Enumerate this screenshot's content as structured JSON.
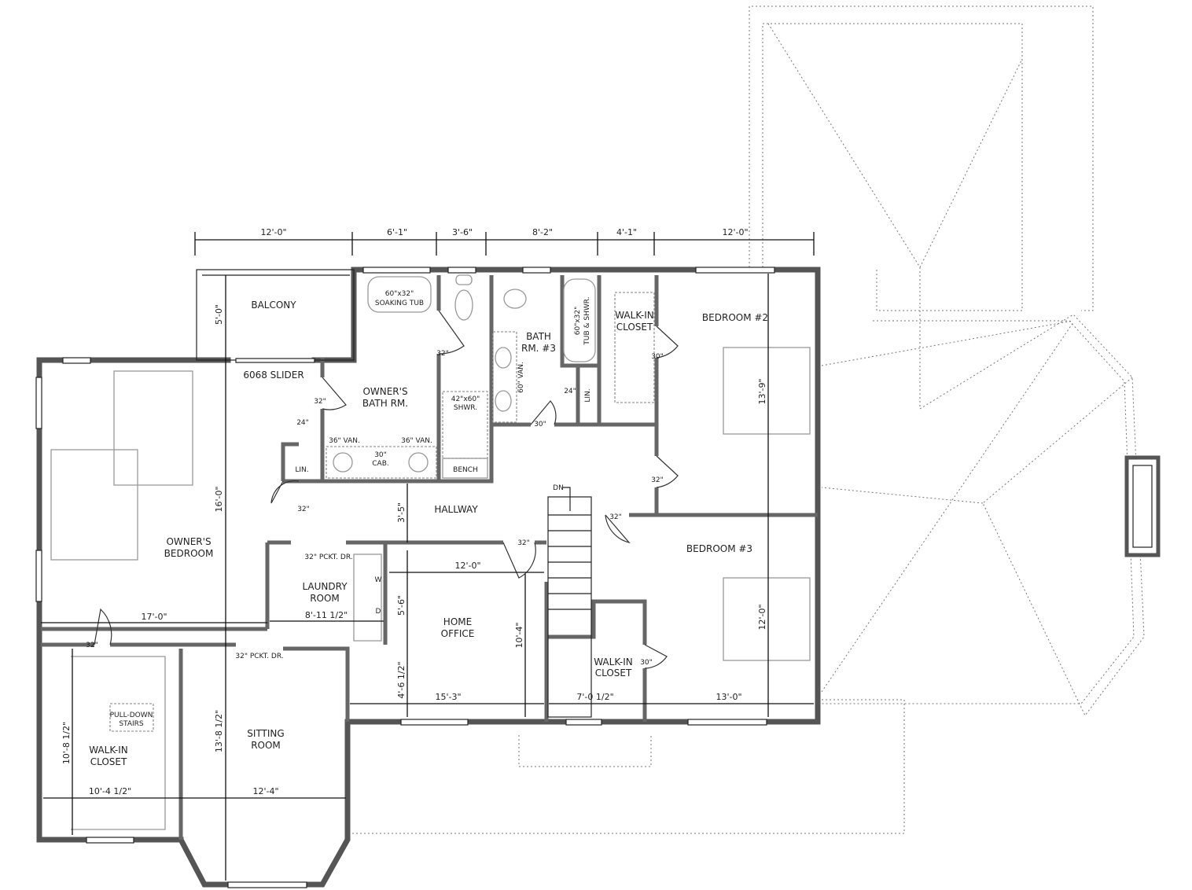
{
  "rooms": {
    "balcony": "BALCONY",
    "owners_bath_1": "OWNER'S",
    "owners_bath_2": "BATH RM.",
    "bath3_1": "BATH",
    "bath3_2": "RM. #3",
    "walkin_closet_top_1": "WALK-IN",
    "walkin_closet_top_2": "CLOSET",
    "bedroom2": "BEDROOM #2",
    "bedroom3": "BEDROOM #3",
    "owners_bedroom_1": "OWNER'S",
    "owners_bedroom_2": "BEDROOM",
    "hallway": "HALLWAY",
    "laundry_1": "LAUNDRY",
    "laundry_2": "ROOM",
    "home_office_1": "HOME",
    "home_office_2": "OFFICE",
    "walkin_closet_mid_1": "WALK-IN",
    "walkin_closet_mid_2": "CLOSET",
    "walkin_closet_left_1": "WALK-IN",
    "walkin_closet_left_2": "CLOSET",
    "sitting_room_1": "SITTING",
    "sitting_room_2": "ROOM"
  },
  "fixtures": {
    "soaking_tub_1": "60\"x32\"",
    "soaking_tub_2": "SOAKING TUB",
    "tub_shower_1": "60\"x32\"",
    "tub_shower_2": "TUB & SHWR.",
    "van_60": "60\" VAN.",
    "shower_1": "42\"x60\"",
    "shower_2": "SHWR.",
    "bench": "BENCH",
    "van_36_a": "36\" VAN.",
    "van_36_b": "36\" VAN.",
    "cab_1": "30\"",
    "cab_2": "CAB.",
    "lin_a": "LIN.",
    "lin_b": "LIN.",
    "slider": "6068 SLIDER",
    "pocket_door_a": "32\" PCKT. DR.",
    "pocket_door_b": "32\" PCKT. DR.",
    "washer": "W",
    "dryer": "D",
    "pull_down_1": "PULL-DOWN",
    "pull_down_2": "STAIRS",
    "dn": "DN"
  },
  "doors": {
    "d_bath_wc": "32\"",
    "d_bath_entry": "32\"",
    "d_lin_a": "24\"",
    "d_owner": "32\"",
    "d_bath3": "30\"",
    "d_lin_b": "24\"",
    "d_closet_top": "30\"",
    "d_bed2": "32\"",
    "d_bed3": "32\"",
    "d_office": "32\"",
    "d_closet_mid": "30\"",
    "d_closet_left": "32\""
  },
  "dimensions": {
    "top": [
      "12'-0\"",
      "6'-1\"",
      "3'-6\"",
      "8'-2\"",
      "4'-1\"",
      "12'-0\""
    ],
    "balcony_depth": "5'-0\"",
    "owner_depth": "16'-0\"",
    "owner_width": "17'-0\"",
    "hall_width": "3'-5\"",
    "laundry_width": "8'-11 1/2\"",
    "office_width": "12'-0\"",
    "office_upper": "5'-6\"",
    "office_lower": "4'-6 1/2\"",
    "office_depth": "10'-4\"",
    "office_bottom": "15'-3\"",
    "bed2_depth": "13'-9\"",
    "bed3_depth": "12'-0\"",
    "bed3_width": "13'-0\"",
    "closet_mid_width": "7'-0 1/2\"",
    "closet_left_depth": "10'-8 1/2\"",
    "closet_left_width": "10'-4 1/2\"",
    "sitting_depth": "13'-8 1/2\"",
    "sitting_width": "12'-4\""
  }
}
